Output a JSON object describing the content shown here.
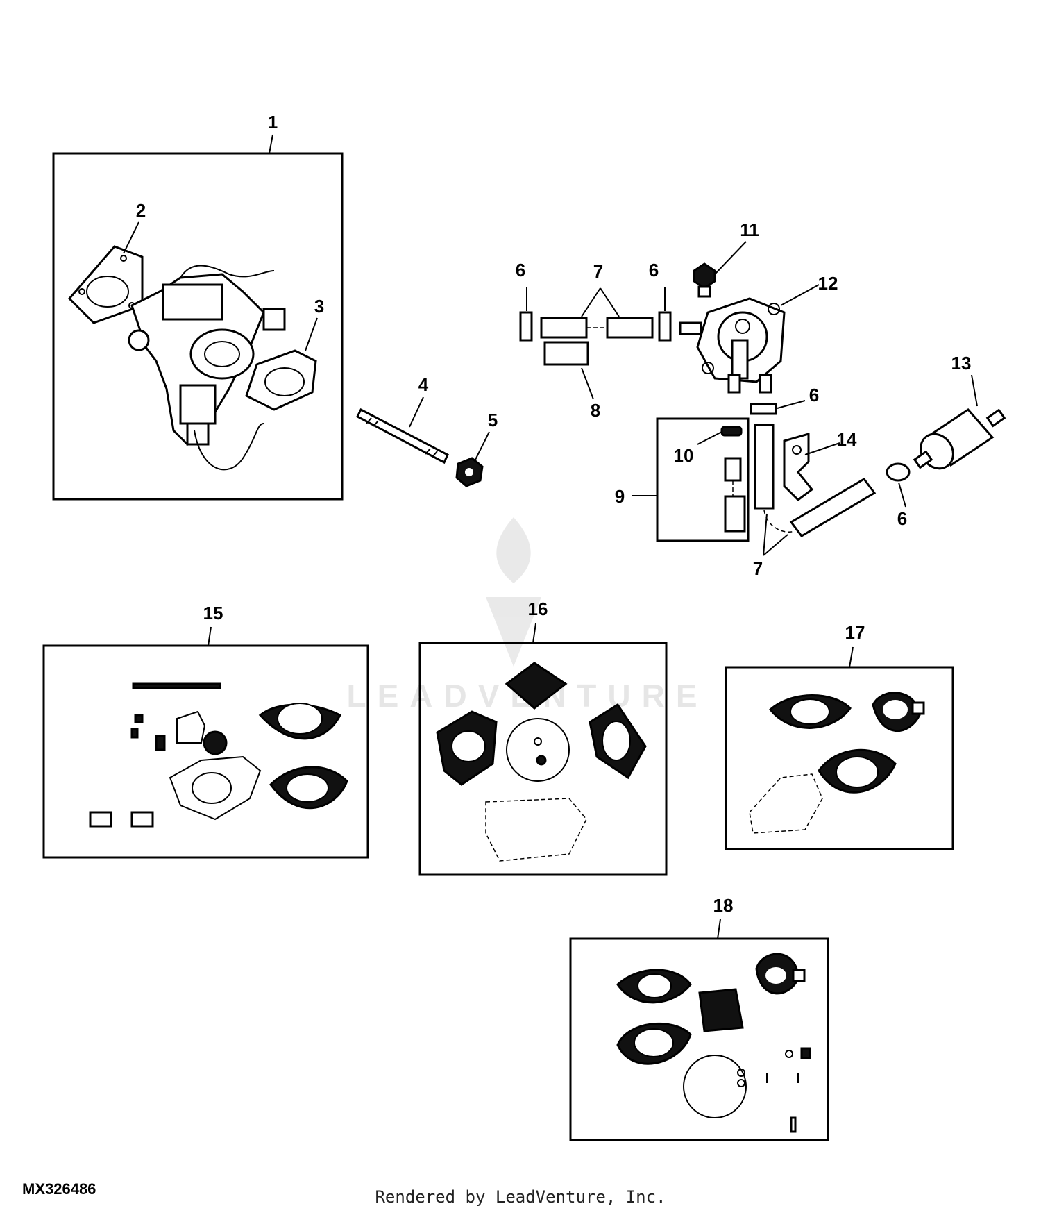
{
  "diagram": {
    "id": "MX326486",
    "credit": "Rendered by LeadVenture, Inc.",
    "watermark": "LEADVENTURE",
    "callouts": {
      "c1": "1",
      "c2": "2",
      "c3": "3",
      "c4": "4",
      "c5": "5",
      "c6a": "6",
      "c6b": "6",
      "c6c": "6",
      "c6d": "6",
      "c7a": "7",
      "c7b": "7",
      "c8": "8",
      "c9": "9",
      "c10": "10",
      "c11": "11",
      "c12": "12",
      "c13": "13",
      "c14": "14",
      "c15": "15",
      "c16": "16",
      "c17": "17",
      "c18": "18"
    }
  }
}
